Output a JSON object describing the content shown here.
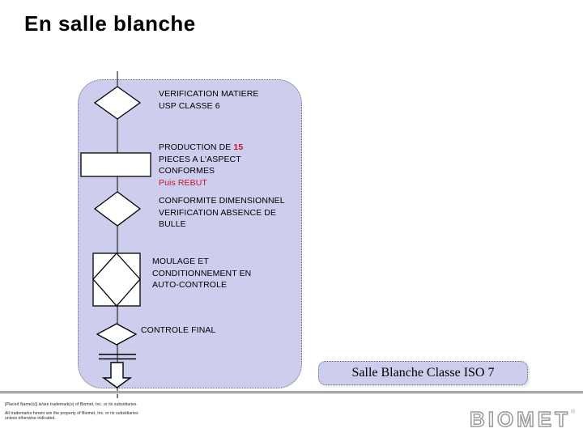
{
  "slide_title": "En salle blanche",
  "colors": {
    "container_fill": "#cdcdee",
    "shape_fill": "#ffffff",
    "shape_stroke": "#000000",
    "accent_red": "#cc1126",
    "divider_gray": "#a9a9a9",
    "logo_gray": "#9a9a9a"
  },
  "flowchart": {
    "node1": {
      "shape": "diamond",
      "line1": "VERIFICATION MATIERE",
      "line2": "USP CLASSE 6"
    },
    "node2": {
      "shape": "rectangle",
      "line1_black": "PRODUCTION DE ",
      "line1_red": "15",
      "line2": "PIECES A L'ASPECT",
      "line3": "CONFORMES",
      "line4_red": "Puis REBUT"
    },
    "node3": {
      "shape": "diamond",
      "line1": "CONFORMITE DIMENSIONNEL",
      "line2": "VERIFICATION ABSENCE DE",
      "line3": "BULLE"
    },
    "node4": {
      "shape": "square-with-diamond",
      "line1": "MOULAGE ET",
      "line2": "CONDITIONNEMENT EN",
      "line3": "AUTO-CONTROLE"
    },
    "node5": {
      "shape": "diamond",
      "line1": "CONTROLE FINAL"
    }
  },
  "iso_label": "Salle Blanche Classe ISO 7",
  "footer": {
    "line1": "[Placed Name(s)] is/are trademark(s) of Biomet, Inc. or its subsidiaries.",
    "line2": "All trademarks herein are the property of Biomet, Inc. or its subsidiaries",
    "line3": "unless otherwise indicated."
  },
  "logo": {
    "text": "BIOMET",
    "registered_mark": "®"
  }
}
